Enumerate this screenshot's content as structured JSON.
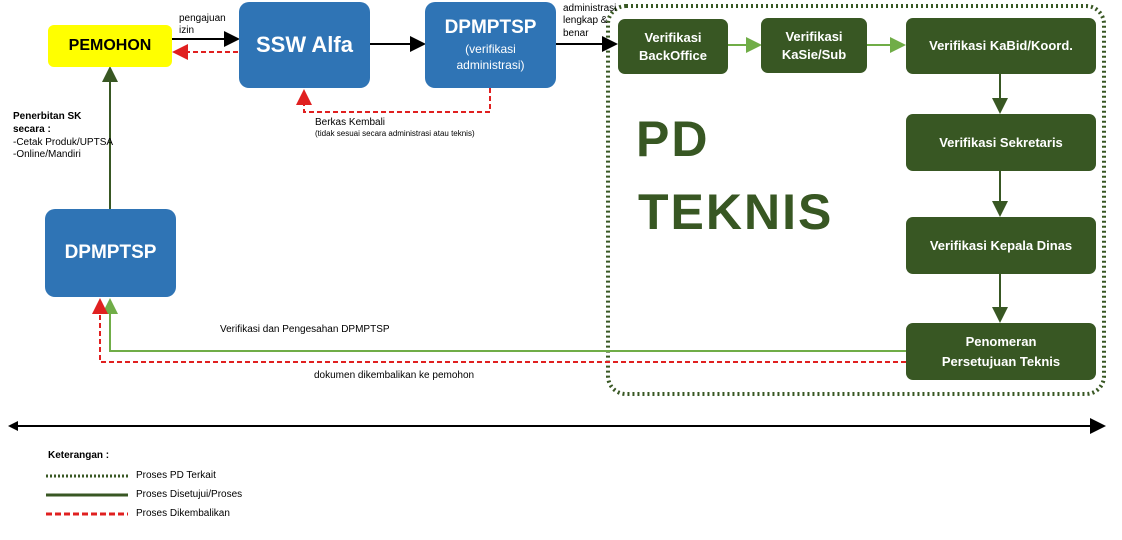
{
  "boxes": {
    "pemohon": "PEMOHON",
    "ssw_alfa": "SSW Alfa",
    "dpmptsp_top_title": "DPMPTSP",
    "dpmptsp_top_sub": "(verifikasi administrasi)",
    "dpmptsp_left": "DPMPTSP",
    "verif_backoffice_1": "Verifikasi",
    "verif_backoffice_2": "BackOffice",
    "verif_kasie_1": "Verifikasi",
    "verif_kasie_2": "KaSie/Sub",
    "verif_kabid": "Verifikasi KaBid/Koord.",
    "verif_sekretaris": "Verifikasi Sekretaris",
    "verif_kepala_dinas": "Verifikasi Kepala Dinas",
    "penomeran_1": "Penomeran",
    "penomeran_2": "Persetujuan Teknis"
  },
  "labels": {
    "pengajuan_1": "pengajuan",
    "pengajuan_2": "izin",
    "administrasi_1": "administrasi",
    "administrasi_2": "lengkap &",
    "administrasi_3": "benar",
    "berkas_kembali": "Berkas Kembali",
    "berkas_note": "(tidak sesuai secara administrasi atau teknis)",
    "penerbitan_1": "Penerbitan SK",
    "penerbitan_2": "secara :",
    "penerbitan_3": "-Cetak Produk/UPTSA",
    "penerbitan_4": "-Online/Mandiri",
    "verifikasi_pengesahan": "Verifikasi dan Pengesahan DPMPTSP",
    "dokumen_dikembalikan": "dokumen dikembalikan ke pemohon",
    "pd_1": "PD",
    "pd_2": "TEKNIS"
  },
  "legend": {
    "title": "Keterangan :",
    "items": [
      {
        "label": "Proses PD Terkait",
        "style": "dotted",
        "color": "#385723"
      },
      {
        "label": "Proses Disetujui/Proses",
        "style": "solid",
        "color": "#385723"
      },
      {
        "label": "Proses Dikembalikan",
        "style": "dashed",
        "color": "#e02020"
      }
    ]
  },
  "colors": {
    "yellow": "#ffff00",
    "blue": "#2f74b5",
    "green": "#385723",
    "red": "#e02020",
    "green_line": "#70ad47"
  }
}
